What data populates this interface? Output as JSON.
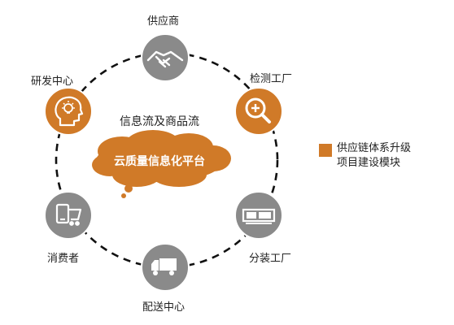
{
  "colors": {
    "orange": "#d07a28",
    "grey": "#8a8a8a",
    "ring": "#111111",
    "white": "#ffffff"
  },
  "center": {
    "flow_label": "信息流及商品流",
    "platform_label": "云质量信息化平台"
  },
  "nodes": [
    {
      "id": "supplier",
      "label": "供应商",
      "icon": "handshake-icon",
      "color": "grey"
    },
    {
      "id": "inspection",
      "label": "检测工厂",
      "icon": "magnifier-plus-icon",
      "color": "orange"
    },
    {
      "id": "packaging",
      "label": "分装工厂",
      "icon": "machine-icon",
      "color": "grey"
    },
    {
      "id": "delivery",
      "label": "配送中心",
      "icon": "truck-icon",
      "color": "grey"
    },
    {
      "id": "consumer",
      "label": "消费者",
      "icon": "shopping-cart-icon",
      "color": "grey"
    },
    {
      "id": "rnd",
      "label": "研发中心",
      "icon": "head-bulb-icon",
      "color": "orange"
    }
  ],
  "legend": {
    "color": "orange",
    "lines": [
      "供应链体系升级",
      "项目建设模块"
    ]
  }
}
